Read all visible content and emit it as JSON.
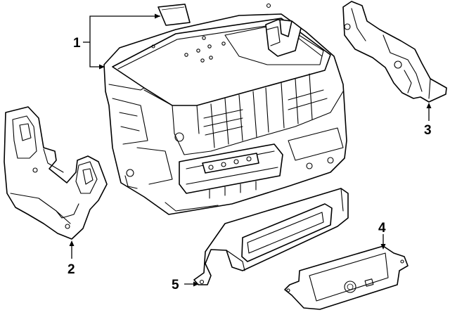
{
  "callouts": [
    {
      "number": "1"
    },
    {
      "number": "2"
    },
    {
      "number": "3"
    },
    {
      "number": "4"
    },
    {
      "number": "5"
    }
  ],
  "colors": {
    "line": "#000000",
    "background": "#ffffff"
  }
}
